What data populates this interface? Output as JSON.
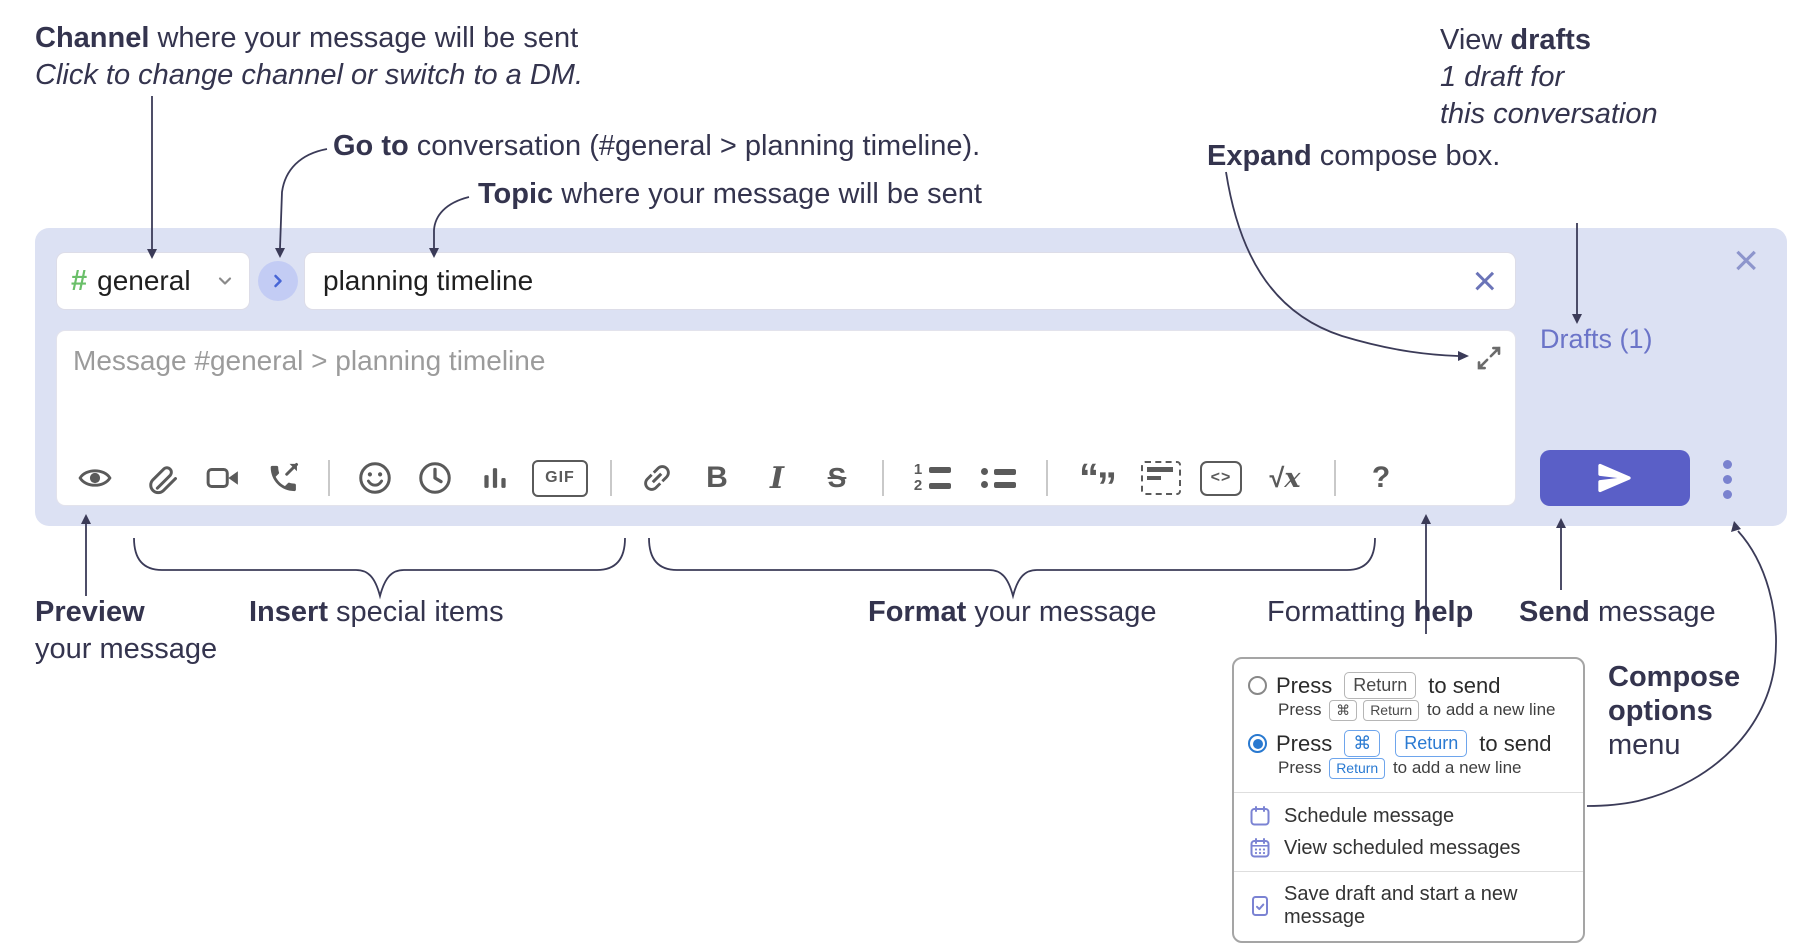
{
  "annotations": {
    "channel": {
      "bold": "Channel",
      "rest": " where your message will be sent",
      "line2": "Click to change channel or switch to a DM."
    },
    "goto": {
      "bold": "Go to",
      "rest": " conversation (#general > planning timeline)."
    },
    "topic": {
      "bold": "Topic",
      "rest": " where your message will be sent"
    },
    "expand": {
      "bold": "Expand",
      "rest": " compose box."
    },
    "drafts": {
      "pre": "View ",
      "bold": "drafts",
      "line2": "1 draft for",
      "line3": "this conversation"
    },
    "preview": {
      "bold": "Preview",
      "line2": "your message"
    },
    "insert": {
      "bold": "Insert",
      "rest": " special items"
    },
    "format": {
      "bold": "Format",
      "rest": " your message"
    },
    "help": {
      "pre": "Formatting ",
      "bold": "help"
    },
    "send": {
      "bold": "Send",
      "rest": " message"
    },
    "compose_options": {
      "line1": "Compose",
      "line2": "options",
      "line3": "menu"
    }
  },
  "compose": {
    "channel_hash": "#",
    "channel_name": "general",
    "topic_value": "planning timeline",
    "topic_clear_glyph": "×",
    "panel_close_glyph": "×",
    "message_placeholder": "Message #general > planning timeline",
    "drafts_link": "Drafts (1)",
    "toolbar": {
      "gif_label": "GIF",
      "bold_label": "B",
      "italic_label": "I",
      "strike_label": "S",
      "ol_num1": "1",
      "ol_num2": "2",
      "quote_open": "“",
      "quote_close": "”",
      "code_label": "<>",
      "math_root": "√",
      "math_x": "x",
      "help_label": "?"
    }
  },
  "options_menu": {
    "rows": [
      {
        "selected": false,
        "main_pre": "Press",
        "main_key1": "Return",
        "main_post": "to send",
        "sub_pre": "Press ",
        "sub_key1": "⌘",
        "sub_key2": "Return",
        "sub_post": " to add a new line"
      },
      {
        "selected": true,
        "main_pre": "Press",
        "main_key1": "⌘",
        "main_key2": "Return",
        "main_post": "to send",
        "sub_pre": "Press ",
        "sub_key1": "Return",
        "sub_post": " to add a new line"
      }
    ],
    "items": [
      {
        "icon": "calendar-icon",
        "label": "Schedule message"
      },
      {
        "icon": "calendar-scheduled-icon",
        "label": "View scheduled messages"
      },
      {
        "icon": "save-draft-icon",
        "label": "Save draft and start a new message"
      }
    ]
  },
  "colors": {
    "panel_bg": "#dce1f3",
    "send_button": "#5a5fc7",
    "drafts_link": "#6b74c8",
    "channel_hash_green": "#6abf69",
    "menu_icon": "#7b83d3",
    "annotation_text": "#34344e",
    "toolbar_icon": "#5a5a5a",
    "popup_accent_blue": "#2a7ad2"
  }
}
